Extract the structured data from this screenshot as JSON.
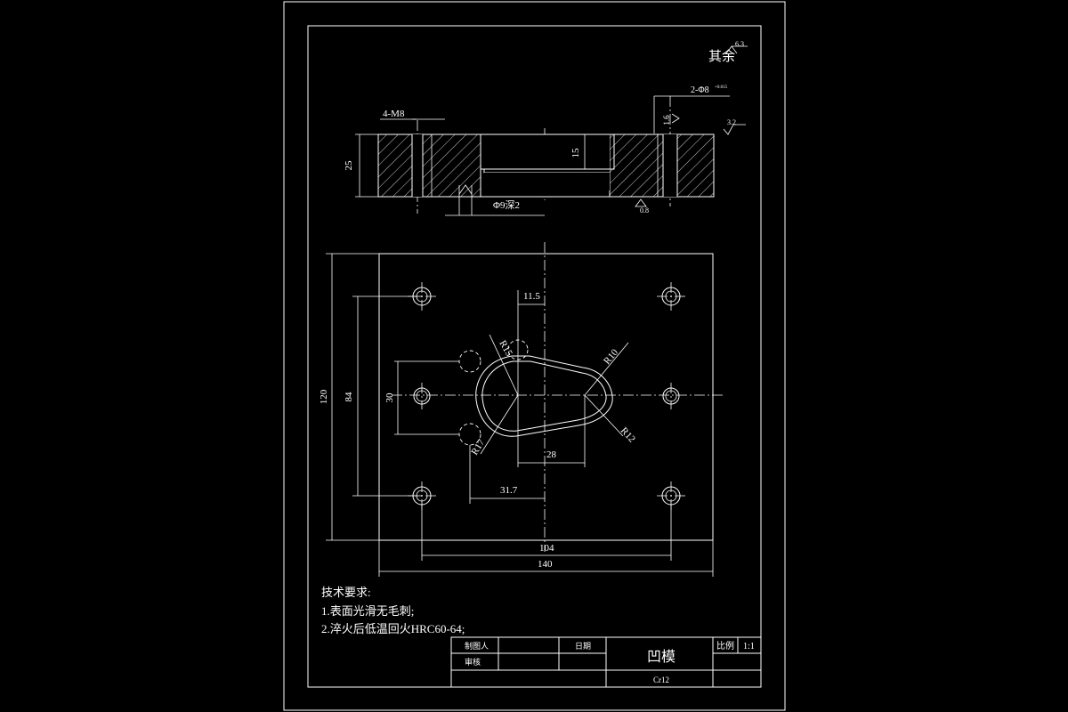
{
  "title_top_right": "其余",
  "roughness": {
    "top_right": "6.3",
    "section_right": "3.2",
    "hole_note": "1.6",
    "bottom_note": "0.8"
  },
  "section_view": {
    "hole_callout": "4-M8",
    "pin_callout": "2-Φ8",
    "pin_tolerance": "+0.015",
    "height_dim": "25",
    "pocket_dim": "15",
    "counterbore_callout": "Φ9深2"
  },
  "plan_view": {
    "dim_11_5": "11.5",
    "dim_120": "120",
    "dim_84": "84",
    "dim_30": "30",
    "dim_28": "28",
    "dim_31_7": "31.7",
    "dim_104": "104",
    "dim_140": "140",
    "r15": "R15",
    "r10": "R10",
    "r12": "R12",
    "r17": "R17"
  },
  "tech_requirements": {
    "heading": "技术要求:",
    "item1": "1.表面光滑无毛刺;",
    "item2": "2.淬火后低温回火HRC60-64;"
  },
  "title_block": {
    "designer": "制图人",
    "date": "日期",
    "reviewer": "审核",
    "part_name": "凹模",
    "scale_label": "比例",
    "scale_value": "1:1",
    "material": "Cr12"
  }
}
